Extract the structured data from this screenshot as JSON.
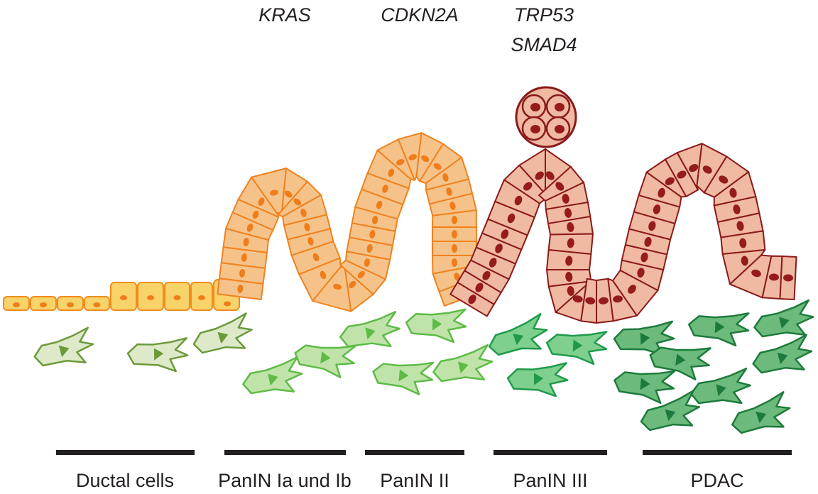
{
  "genes": {
    "kras": "KRAS",
    "cdkn2a": "CDKN2A",
    "trp53": "TRP53",
    "smad4": "SMAD4"
  },
  "stages": {
    "ductal": "Ductal cells",
    "panin1": "PanIN Ia und Ib",
    "panin2": "PanIN II",
    "panin3": "PanIN III",
    "pdac": "PDAC"
  },
  "colors": {
    "ductal_fill": "#f7d36a",
    "ductal_stroke": "#f08c1e",
    "panin_fill": "#f5c38a",
    "panin_stroke": "#f0821e",
    "nucleus_orange": "#ef7d1a",
    "tumor_fill": "#f0b9a2",
    "tumor_stroke": "#8a1a1a",
    "nucleus_dark": "#961b1b",
    "stroma_pale_fill": "#dde9c8",
    "stroma_pale_stroke": "#6c9a3a",
    "stroma_light_fill": "#bfe3a9",
    "stroma_light_stroke": "#5dbb46",
    "stroma_mid_fill": "#7fcf8e",
    "stroma_mid_stroke": "#1f9a4a",
    "stroma_dark_fill": "#6cbb7c",
    "stroma_dark_stroke": "#1d7a3c",
    "scale_bar": "#231f20"
  }
}
